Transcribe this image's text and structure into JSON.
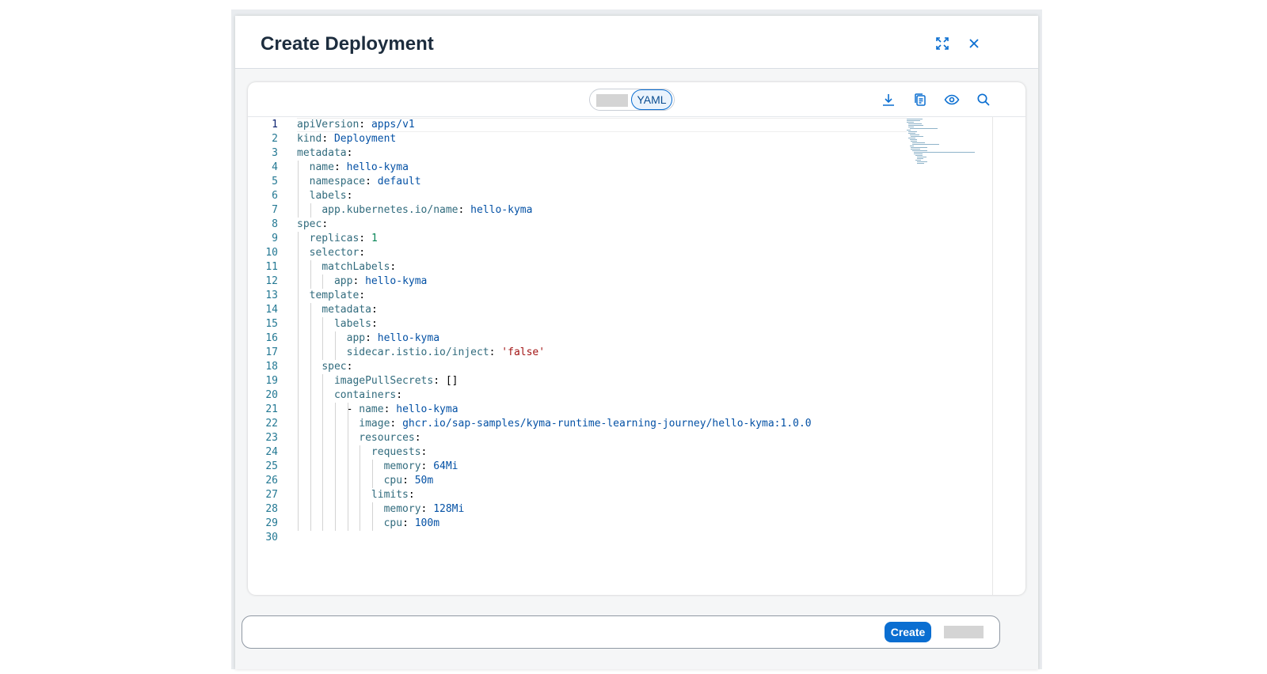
{
  "dialog": {
    "title": "Create Deployment",
    "fullscreen_icon": "fullscreen-icon",
    "close_icon": "close-icon"
  },
  "toolbar": {
    "mode_other_label": "",
    "mode_yaml_label": "YAML",
    "icons": [
      "download-icon",
      "copy-icon",
      "eye-icon",
      "search-icon"
    ]
  },
  "editor": {
    "current_line": 1,
    "lines": [
      "apiVersion: apps/v1",
      "kind: Deployment",
      "metadata:",
      "  name: hello-kyma",
      "  namespace: default",
      "  labels:",
      "    app.kubernetes.io/name: hello-kyma",
      "spec:",
      "  replicas: 1",
      "  selector:",
      "    matchLabels:",
      "      app: hello-kyma",
      "  template:",
      "    metadata:",
      "      labels:",
      "        app: hello-kyma",
      "        sidecar.istio.io/inject: 'false'",
      "    spec:",
      "      imagePullSecrets: []",
      "      containers:",
      "        - name: hello-kyma",
      "          image: ghcr.io/sap-samples/kyma-runtime-learning-journey/hello-kyma:1.0.0",
      "          resources:",
      "            requests:",
      "              memory: 64Mi",
      "              cpu: 50m",
      "            limits:",
      "              memory: 128Mi",
      "              cpu: 100m",
      ""
    ]
  },
  "footer": {
    "create_label": "Create",
    "cancel_label": ""
  },
  "colors": {
    "accent": "#0a6ed1",
    "title": "#1d2d3e",
    "yaml_key": "#316b7d",
    "yaml_value": "#0451a5",
    "yaml_string": "#a31515",
    "line_number": "#237893"
  }
}
